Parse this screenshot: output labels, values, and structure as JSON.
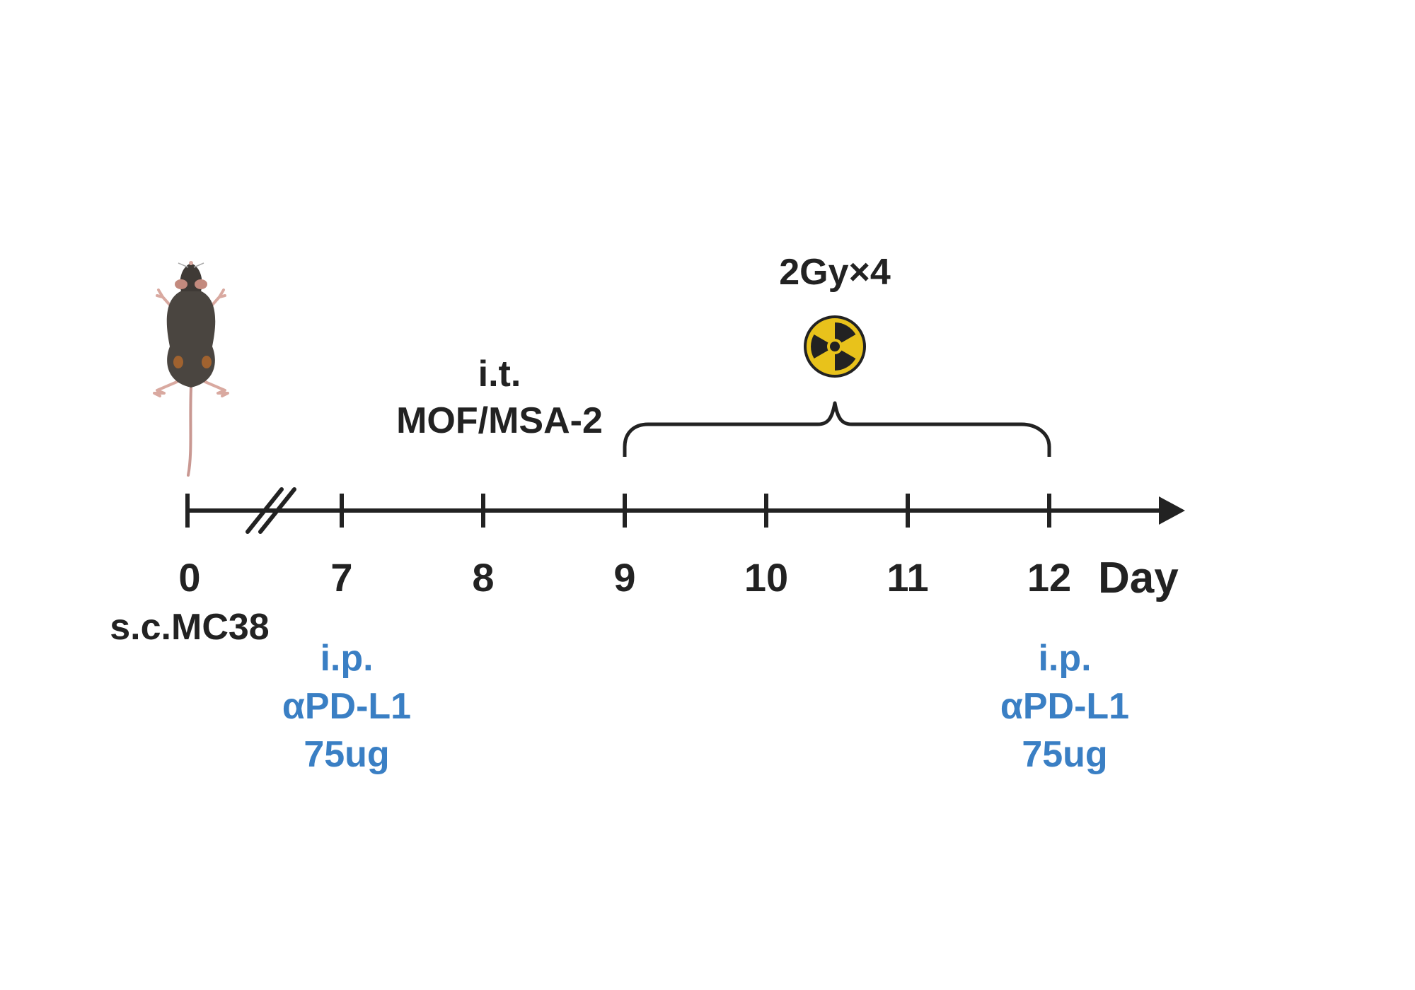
{
  "timeline": {
    "axis_unit": "Day",
    "days": [
      "0",
      "7",
      "8",
      "9",
      "10",
      "11",
      "12"
    ]
  },
  "events": {
    "inoculation": "s.c.MC38",
    "intratumoral": {
      "line1": "i.t.",
      "line2": "MOF/MSA-2"
    },
    "radiation": {
      "dose": "2Gy×4",
      "icon": "radiation-icon"
    },
    "antibody_day7": {
      "route": "i.p.",
      "drug": "αPD-L1",
      "dose": "75ug"
    },
    "antibody_day12": {
      "route": "i.p.",
      "drug": "αPD-L1",
      "dose": "75ug"
    }
  },
  "colors": {
    "text_dark": "#222222",
    "text_blue": "#3a7fc4",
    "radiation_yellow": "#e8c21b",
    "mouse_body": "#4a4540"
  }
}
